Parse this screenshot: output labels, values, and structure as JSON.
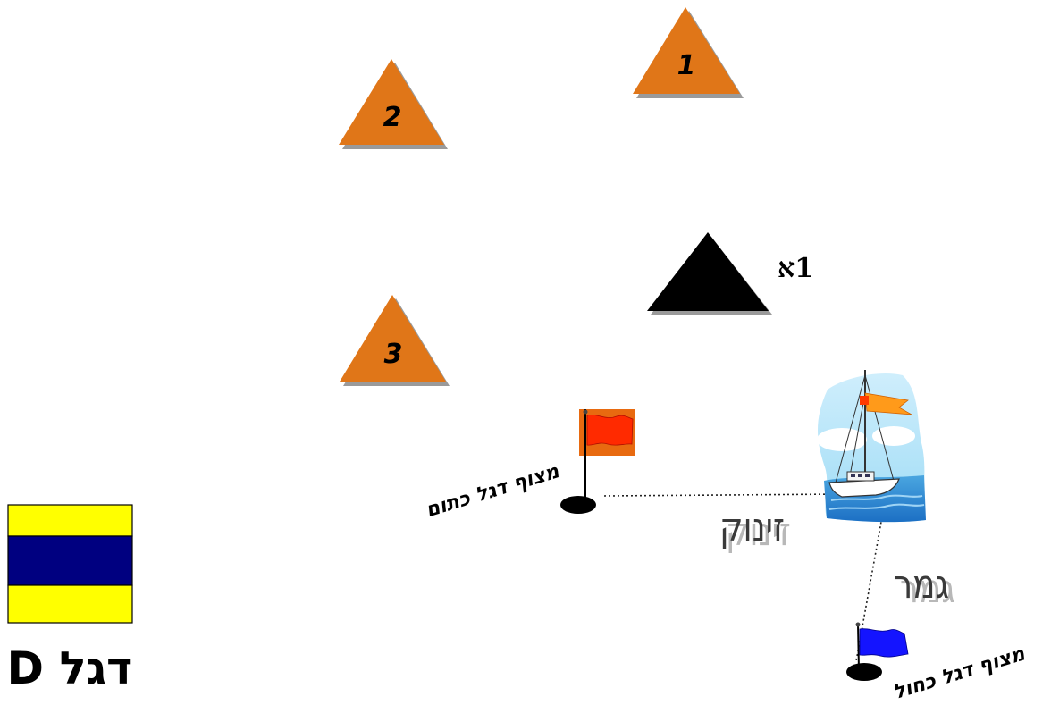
{
  "marks": {
    "mark_1": "1",
    "mark_2": "2",
    "mark_3": "3",
    "mark_1a": "1א"
  },
  "colors": {
    "mark_orange": "#e07618",
    "mark_shadow": "#9a9a9a",
    "mark_black": "#000000",
    "flag_red": "#ff2a00",
    "flag_red_bg": "#e86a10",
    "flag_blue": "#1414ff",
    "d_flag_yellow": "#ffff00",
    "d_flag_blue": "#000080"
  },
  "labels": {
    "red_buoy": "מצוף דגל כתום",
    "blue_buoy": "מצוף דגל כחול",
    "start": "זינוק",
    "finish": "גמר",
    "d_flag": "דגל D"
  }
}
